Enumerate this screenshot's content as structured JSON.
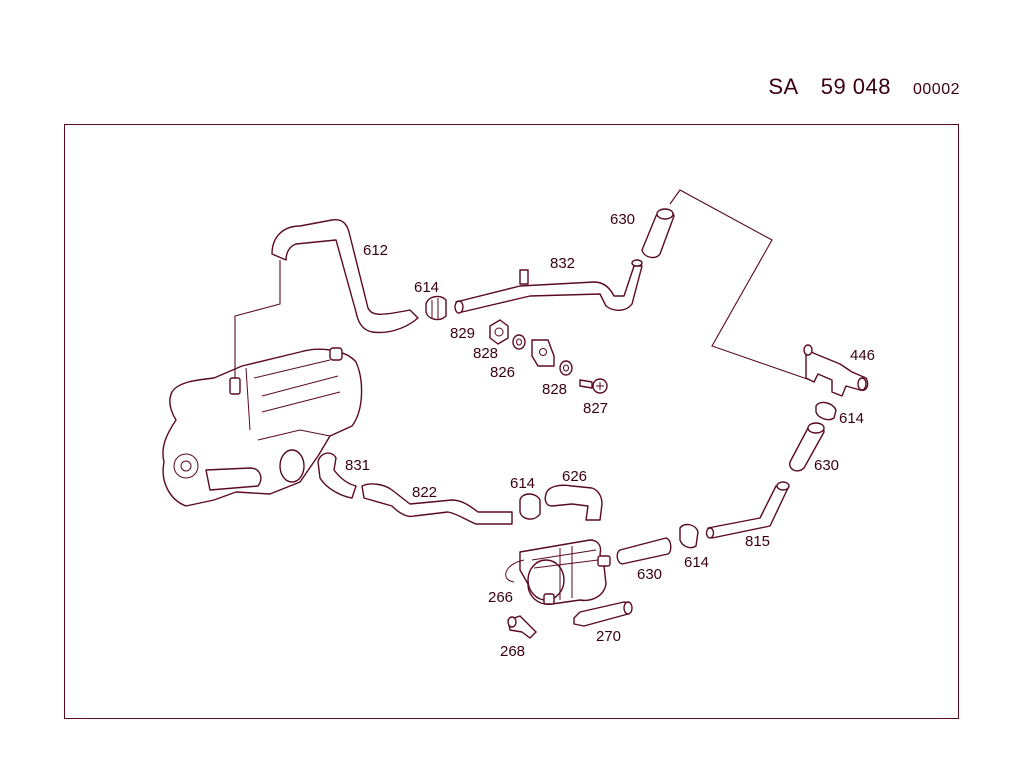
{
  "header": {
    "prefix": "SA",
    "number": "59 048",
    "sheet": "00002"
  },
  "callouts": {
    "l612": "612",
    "l614a": "614",
    "l832": "832",
    "l630a": "630",
    "l829": "829",
    "l828a": "828",
    "l826": "826",
    "l828b": "828",
    "l827": "827",
    "l446": "446",
    "l614b": "614",
    "l630b": "630",
    "l831": "831",
    "l822": "822",
    "l614c": "614",
    "l626": "626",
    "l266": "266",
    "l630c": "630",
    "l614d": "614",
    "l815": "815",
    "l268": "268",
    "l270": "270"
  }
}
